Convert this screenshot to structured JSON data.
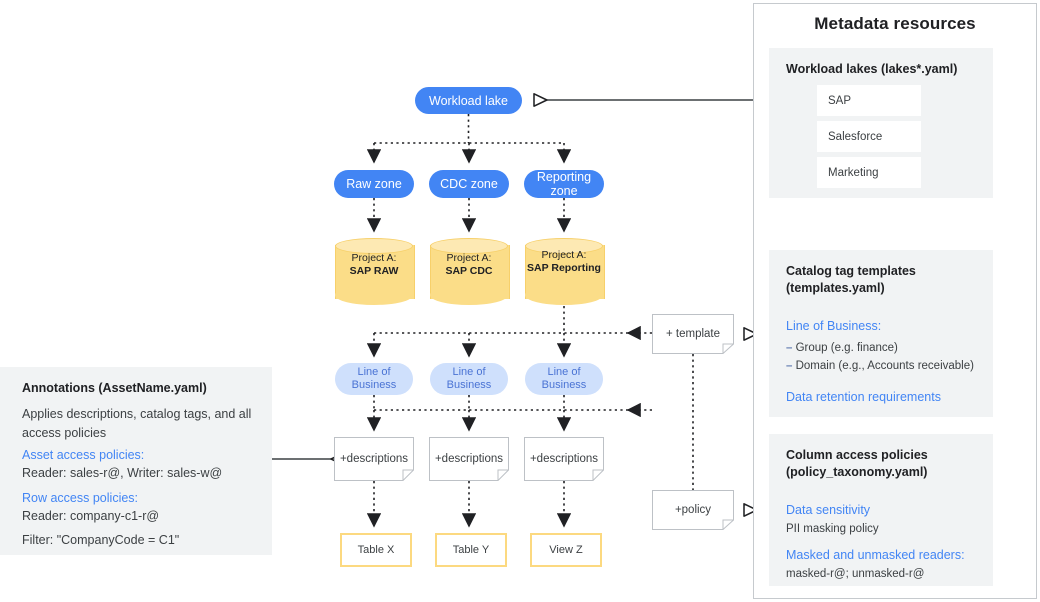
{
  "colors": {
    "blue": "#4285f4",
    "light_blue": "#cfe0fc",
    "amber": "#fbdd88",
    "amber_border": "#fcd980",
    "panel_gray": "#f1f3f4",
    "text": "#202124",
    "link_blue": "#4285f4"
  },
  "metadata": {
    "title": "Metadata resources",
    "lakes": {
      "heading": "Workload lakes (lakes*.yaml)",
      "items": [
        "SAP",
        "Salesforce",
        "Marketing"
      ]
    },
    "templates": {
      "heading_line1": "Catalog tag templates",
      "heading_line2": "(templates.yaml)",
      "lob_heading": "Line of Business:",
      "bullets": [
        "Group (e.g. finance)",
        "Domain (e.g., Accounts receivable)"
      ],
      "retention": "Data retention requirements"
    },
    "policies": {
      "heading_line1": "Column access policies",
      "heading_line2": "(policy_taxonomy.yaml)",
      "sensitivity_heading": "Data sensitivity",
      "sensitivity_value": "PII masking policy",
      "readers_heading": "Masked and unmasked readers:",
      "readers_value": "masked-r@; unmasked-r@"
    }
  },
  "annotations": {
    "title": "Annotations (AssetName.yaml)",
    "description": "Applies descriptions, catalog tags, and all access policies",
    "asset_heading": "Asset access policies:",
    "asset_value": "Reader: sales-r@, Writer: sales-w@",
    "row_heading": "Row access policies:",
    "row_value": "Reader: company-c1-r@",
    "filter": "Filter: \"CompanyCode = C1\""
  },
  "flow": {
    "workload_lake": "Workload lake",
    "zones": [
      "Raw zone",
      "CDC zone",
      "Reporting zone"
    ],
    "projects": [
      {
        "line1": "Project A:",
        "line2": "SAP RAW"
      },
      {
        "line1": "Project A:",
        "line2": "SAP CDC"
      },
      {
        "line1": "Project A:",
        "line2": "SAP Reporting"
      }
    ],
    "lob": [
      "Line of Business",
      "Line of Business",
      "Line of Business"
    ],
    "descriptions": [
      "+descriptions",
      "+descriptions",
      "+descriptions"
    ],
    "tables": [
      "Table X",
      "Table Y",
      "View Z"
    ],
    "template_note": "+ template",
    "policy_note": "+policy"
  }
}
